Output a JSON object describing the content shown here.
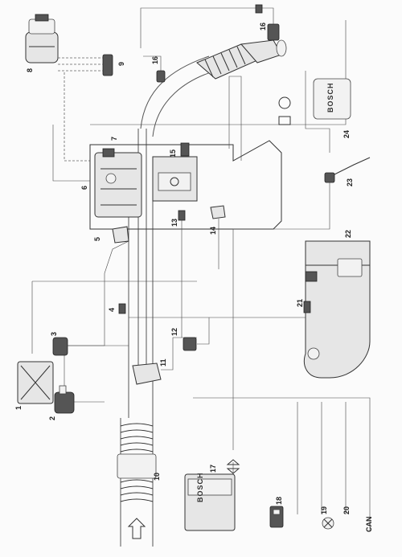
{
  "labels": [
    "1",
    "2",
    "3",
    "4",
    "5",
    "6",
    "7",
    "8",
    "9",
    "10",
    "11",
    "12",
    "13",
    "14",
    "15",
    "16",
    "16",
    "17",
    "18",
    "19",
    "20",
    "21",
    "22",
    "23",
    "24"
  ],
  "brand_texts": [
    "BOSCH",
    "BOSCH"
  ],
  "bus_label": "CAN",
  "colors": {
    "line": "#333333",
    "fill": "#e6e6e6",
    "dark": "#555555",
    "paper": "#fbfbfb"
  }
}
